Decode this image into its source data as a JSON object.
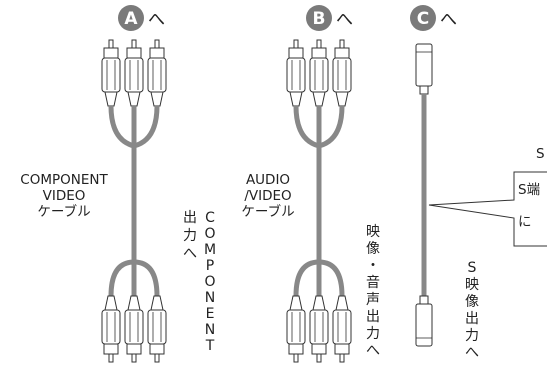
{
  "cable_a": {
    "marker": "A",
    "direction": "へ",
    "label_lines": [
      "COMPONENT",
      "VIDEO",
      "ケーブル"
    ],
    "col1_chars": [
      "出",
      "力",
      "へ"
    ],
    "col2_chars": [
      "C",
      "O",
      "M",
      "P",
      "O",
      "N",
      "E",
      "N",
      "T"
    ]
  },
  "cable_b": {
    "marker": "B",
    "direction": "へ",
    "label_lines": [
      "AUDIO",
      "/VIDEO",
      "ケーブル"
    ],
    "vertical_chars": [
      "映",
      "像",
      "・",
      "音",
      "声",
      "出",
      "力",
      "へ"
    ]
  },
  "cable_c": {
    "marker": "C",
    "direction": "へ",
    "vertical_chars": [
      "S",
      "映",
      "像",
      "出",
      "力",
      "へ"
    ]
  },
  "callout": {
    "header": "S",
    "line1": "S端",
    "line2": "に"
  },
  "colors": {
    "marker_fill": "#7a7a7a",
    "cable_gray": "#8a8a8a",
    "line": "#333333"
  }
}
